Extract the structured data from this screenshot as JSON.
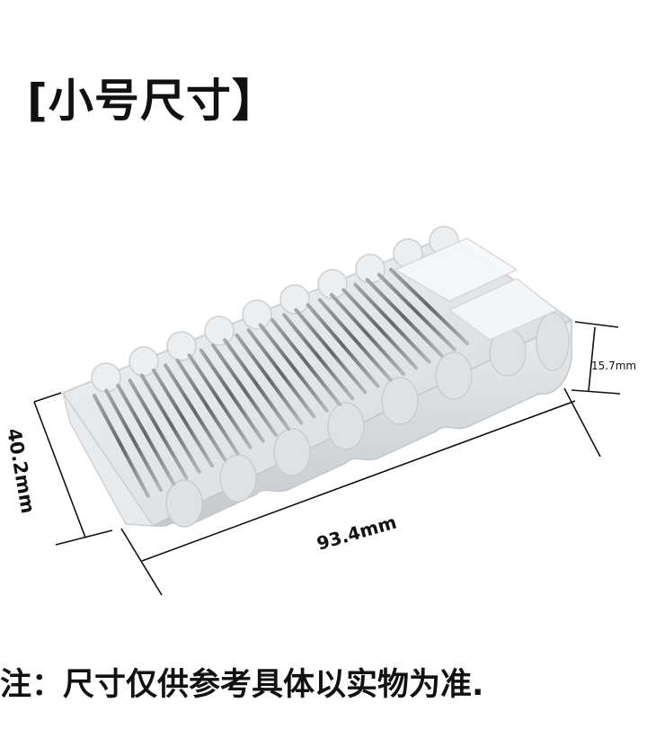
{
  "title": "[小号尺寸】",
  "dimensions": {
    "length": "93.4mm",
    "width": "40.2mm",
    "height": "15.7mm"
  },
  "note": "注：尺寸仅供参考具体以实物为准.",
  "colors": {
    "background": "#ffffff",
    "text": "#111111",
    "product_body": "#e2e4e6",
    "product_groove": "#7f858a"
  }
}
